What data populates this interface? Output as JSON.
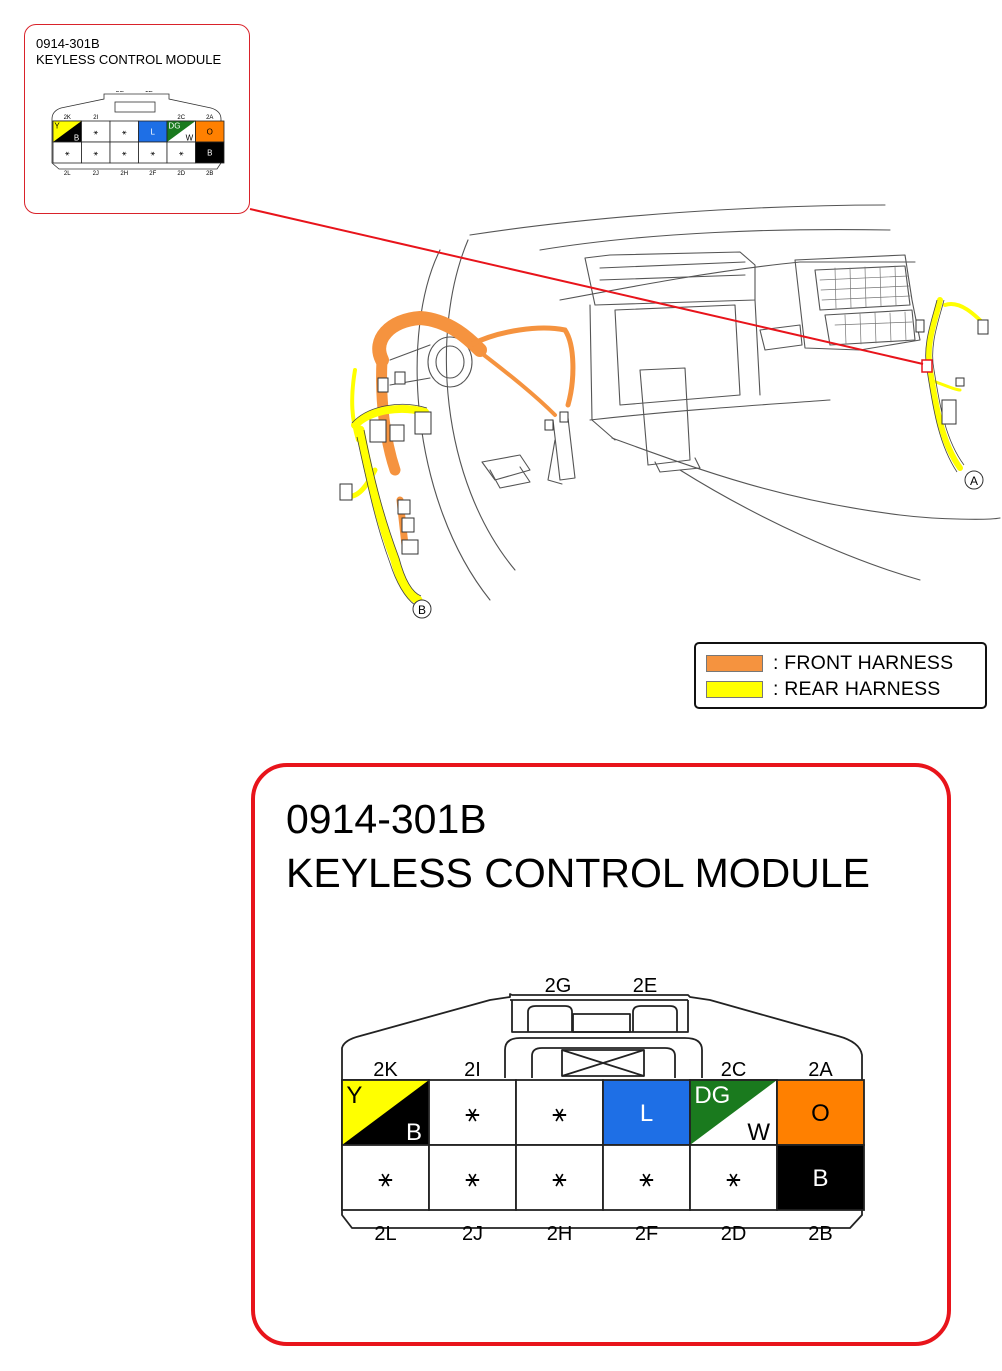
{
  "small_callout": {
    "part_number": "0914-301B",
    "module_name": "KEYLESS CONTROL MODULE"
  },
  "big_callout": {
    "part_number": "0914-301B",
    "module_name": "KEYLESS CONTROL MODULE"
  },
  "connector": {
    "top_pins": [
      "2G",
      "2E"
    ],
    "row1_labels": [
      "2K",
      "2I",
      "",
      "",
      "2C",
      "2A"
    ],
    "row2_labels": [
      "2L",
      "2J",
      "2H",
      "2F",
      "2D",
      "2B"
    ],
    "row1_cells": [
      {
        "type": "split",
        "top": "Y",
        "bottom": "B",
        "top_color": "#ffff00",
        "bottom_color": "#000000",
        "top_text_color": "#000000",
        "bottom_text_color": "#ffffff"
      },
      {
        "type": "empty",
        "mark": "⚹"
      },
      {
        "type": "empty",
        "mark": "⚹"
      },
      {
        "type": "solid",
        "text": "L",
        "color": "#1e6fe6",
        "text_color": "#ffffff"
      },
      {
        "type": "split",
        "top": "DG",
        "bottom": "W",
        "top_color": "#1a7a1e",
        "bottom_color": "#ffffff",
        "top_text_color": "#ffffff",
        "bottom_text_color": "#000000"
      },
      {
        "type": "solid",
        "text": "O",
        "color": "#ff8000",
        "text_color": "#000000"
      }
    ],
    "row2_cells": [
      {
        "type": "empty",
        "mark": "⚹"
      },
      {
        "type": "empty",
        "mark": "⚹"
      },
      {
        "type": "empty",
        "mark": "⚹"
      },
      {
        "type": "empty",
        "mark": "⚹"
      },
      {
        "type": "empty",
        "mark": "⚹"
      },
      {
        "type": "solid",
        "text": "B",
        "color": "#000000",
        "text_color": "#ffffff"
      }
    ]
  },
  "legend": {
    "items": [
      {
        "label": ": FRONT HARNESS",
        "color": "#f5933f"
      },
      {
        "label": ": REAR HARNESS",
        "color": "#ffff00"
      }
    ]
  },
  "markers": {
    "a": "A",
    "b": "B"
  },
  "colors": {
    "callout_red": "#e8141b",
    "front_harness": "#f5933f",
    "rear_harness": "#ffff00"
  }
}
